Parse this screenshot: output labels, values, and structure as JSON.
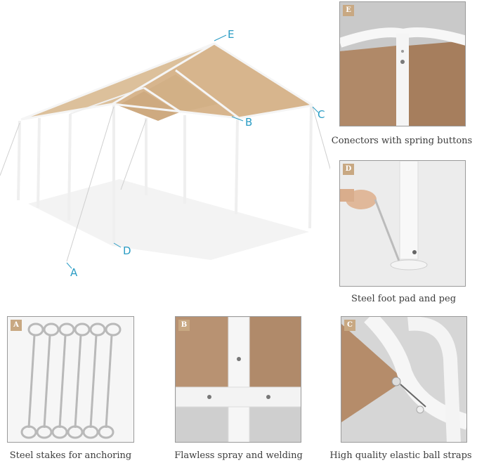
{
  "main": {
    "callouts": {
      "a": "A",
      "b": "B",
      "c": "C",
      "d": "D",
      "e": "E"
    }
  },
  "panels": {
    "e": {
      "badge": "E",
      "caption": "Conectors with spring buttons"
    },
    "d": {
      "badge": "D",
      "caption": "Steel foot pad and peg"
    },
    "a": {
      "badge": "A",
      "caption": "Steel stakes for anchoring"
    },
    "b": {
      "badge": "B",
      "caption": "Flawless spray and welding"
    },
    "c": {
      "badge": "C",
      "caption": "High quality elastic ball straps"
    }
  },
  "colors": {
    "canopy": "#d9b992",
    "canopy_shadow": "#c7a47c",
    "frame": "#f4f4f4",
    "callout": "#2a9cc4",
    "badge": "#c8a882"
  }
}
